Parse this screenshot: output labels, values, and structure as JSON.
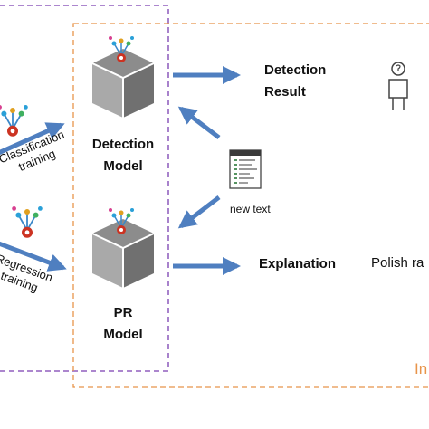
{
  "labels": {
    "classification_training": [
      "Classification",
      "training"
    ],
    "regression_training": [
      "Regression",
      "training"
    ],
    "detection_model": [
      "Detection",
      "Model"
    ],
    "pr_model": [
      "PR",
      "Model"
    ],
    "detection_result": [
      "Detection",
      "Result"
    ],
    "new_text": "new text",
    "explanation": "Explanation",
    "polish_ra": "Polish ra",
    "inference_partial": "In"
  },
  "icons": {
    "model_cube": "cube-icon",
    "network_gear": "network-gear-icon",
    "text_document": "document-icon",
    "person_question": "person-question-icon"
  },
  "colors": {
    "purple_dash": "#7a3fb0",
    "orange_dash": "#e8944a",
    "arrow_blue": "#4f7fc0",
    "cube_top": "#8a8a8a",
    "cube_left": "#a7a7a7",
    "cube_right": "#6f6f6f",
    "gear_red": "#cc3322"
  }
}
